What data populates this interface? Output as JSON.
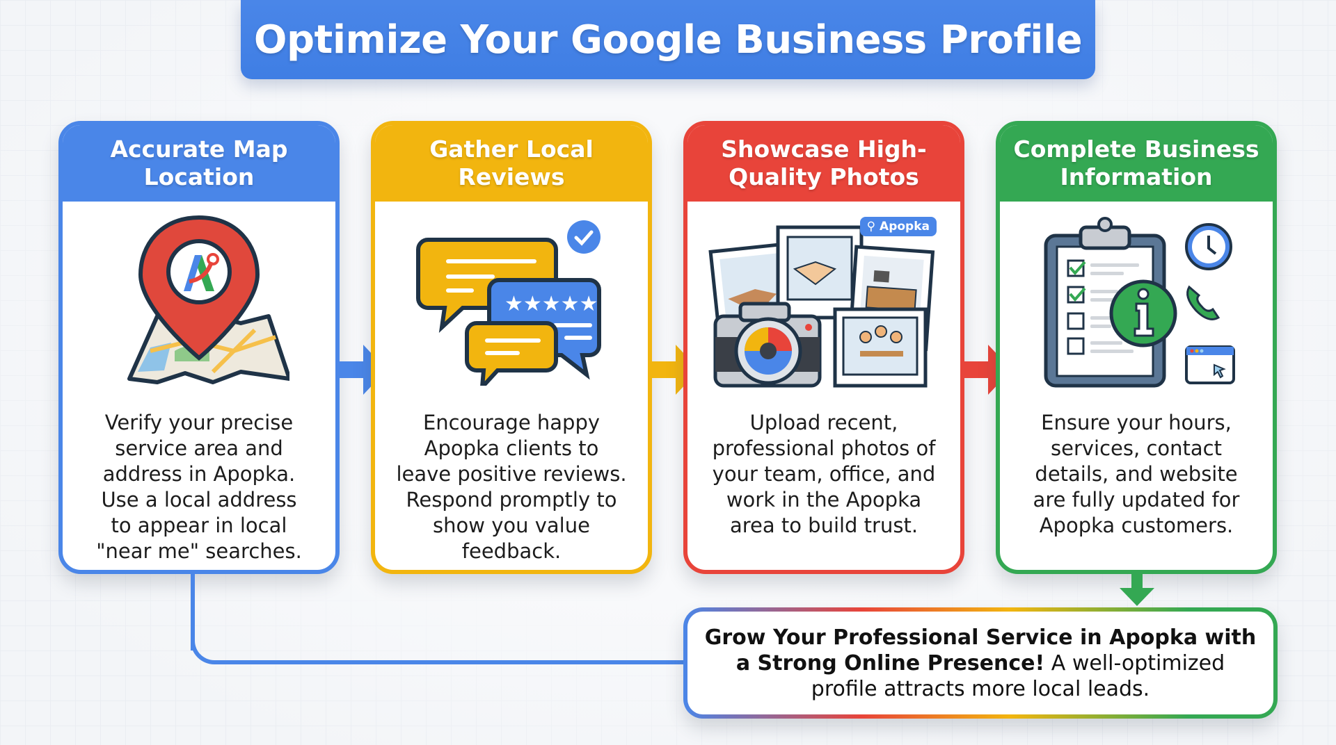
{
  "title": "Optimize Your Google Business Profile",
  "colors": {
    "blue": "#4a86e8",
    "yellow": "#f2b50f",
    "red": "#e8443a",
    "green": "#34a853",
    "background": "#f3f5f8"
  },
  "steps": [
    {
      "color": "blue",
      "header": [
        "Accurate Map",
        "Location"
      ],
      "icon": "map-pin-icon",
      "body": [
        "Verify your precise",
        "service area and",
        "address in Apopka.",
        "Use a local address",
        "to appear in local",
        "\"near me\" searches."
      ]
    },
    {
      "color": "yellow",
      "header": [
        "Gather Local",
        "Reviews"
      ],
      "icon": "review-chat-bubbles-icon",
      "body": [
        "Encourage happy",
        "Apopka clients to",
        "leave positive reviews.",
        "Respond promptly to",
        "show you value",
        "feedback."
      ]
    },
    {
      "color": "red",
      "header": [
        "Showcase High-",
        "Quality Photos"
      ],
      "icon": "camera-photos-icon",
      "location_tag": "Apopka",
      "body": [
        "Upload recent,",
        "professional photos of",
        "your team, office, and",
        "work in the Apopka",
        "area to build trust."
      ]
    },
    {
      "color": "green",
      "header": [
        "Complete Business",
        "Information"
      ],
      "icon": "clipboard-info-icon",
      "body": [
        "Ensure your hours,",
        "services, contact",
        "details, and website",
        "are fully updated for",
        "Apopka customers."
      ]
    }
  ],
  "summary": {
    "bold": "Grow Your Professional Service in Apopka with a Strong Online Presence!",
    "text": " A well-optimized profile attracts more local leads."
  }
}
